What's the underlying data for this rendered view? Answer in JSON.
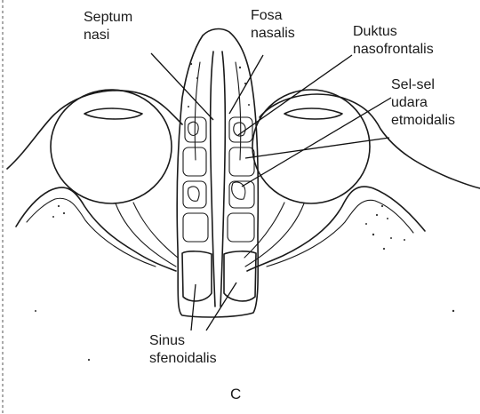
{
  "labels": {
    "septum": [
      "Septum",
      "nasi"
    ],
    "fosa": [
      "Fosa",
      "nasalis"
    ],
    "duktus": [
      "Duktus",
      "nasofrontalis"
    ],
    "sel": [
      "Sel-sel",
      "udara",
      "etmoidalis"
    ],
    "sinus": [
      "Sinus",
      "sfenoidalis"
    ]
  },
  "caption": "C",
  "colors": {
    "ink": "#1a1a1a",
    "background": "#ffffff"
  }
}
